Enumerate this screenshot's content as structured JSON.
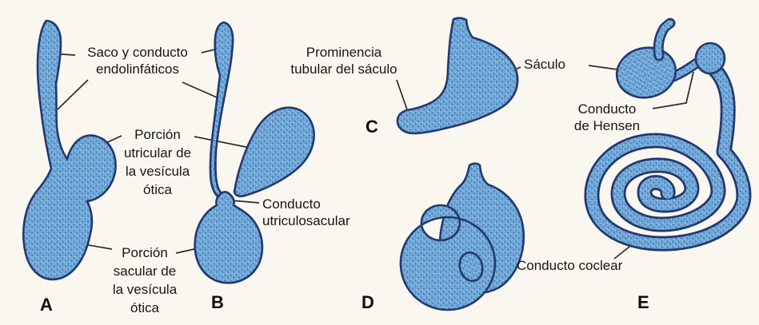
{
  "figure": {
    "panel_letters": {
      "a": "A",
      "b": "B",
      "c": "C",
      "d": "D",
      "e": "E"
    },
    "annotations": {
      "endolymphatic": {
        "line1": "Saco y conducto",
        "line2": "endolinfáticos"
      },
      "utricular": {
        "line1": "Porción",
        "line2": "utricular de",
        "line3": "la vesícula",
        "line4": "ótica"
      },
      "saccular": {
        "line1": "Porción",
        "line2": "sacular de",
        "line3": "la vesícula",
        "line4": "ótica"
      },
      "utriculosaccular": {
        "line1": "Conducto",
        "line2": "utriculosacular"
      },
      "tubular_prominence": {
        "line1": "Prominencia",
        "line2": "tubular del sáculo"
      },
      "saccule": {
        "line1": "Sáculo"
      },
      "hensen_duct": {
        "line1": "Conducto",
        "line2": "de Hensen"
      },
      "cochlear_duct": {
        "line1": "Conducto coclear"
      }
    },
    "colors": {
      "background": "#f9f7f0",
      "shape_fill": "#6fa8d8",
      "shape_outline": "#24386f",
      "leader_line": "#2b2b2b",
      "text": "#161616"
    }
  }
}
